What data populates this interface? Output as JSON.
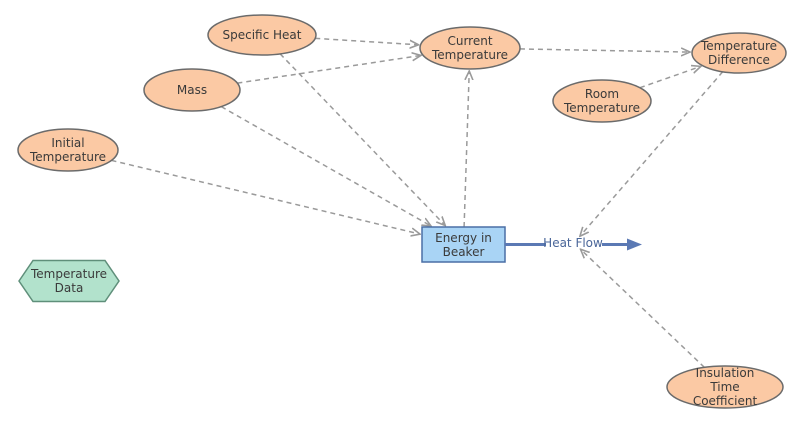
{
  "diagram": {
    "variables": [
      {
        "id": "specific_heat",
        "label": "Specific Heat"
      },
      {
        "id": "current_temperature",
        "label": "Current\nTemperature"
      },
      {
        "id": "temperature_difference",
        "label": "Temperature\nDifference"
      },
      {
        "id": "mass",
        "label": "Mass"
      },
      {
        "id": "room_temperature",
        "label": "Room\nTemperature"
      },
      {
        "id": "initial_temperature",
        "label": "Initial\nTemperature"
      },
      {
        "id": "insulation_time_coefficient",
        "label": "Insulation Time\nCoefficient"
      }
    ],
    "stock": {
      "id": "energy_in_beaker",
      "label": "Energy in\nBeaker"
    },
    "converter": {
      "id": "temperature_data",
      "label": "Temperature\nData"
    },
    "flow": {
      "id": "heat_flow",
      "label": "Heat Flow"
    },
    "links": [
      {
        "from": "specific_heat",
        "to": "current_temperature"
      },
      {
        "from": "mass",
        "to": "current_temperature"
      },
      {
        "from": "current_temperature",
        "to": "temperature_difference"
      },
      {
        "from": "room_temperature",
        "to": "temperature_difference"
      },
      {
        "from": "specific_heat",
        "to": "energy_in_beaker"
      },
      {
        "from": "mass",
        "to": "energy_in_beaker"
      },
      {
        "from": "initial_temperature",
        "to": "energy_in_beaker"
      },
      {
        "from": "energy_in_beaker",
        "to": "current_temperature"
      },
      {
        "from": "temperature_difference",
        "to": "heat_flow"
      },
      {
        "from": "insulation_time_coefficient",
        "to": "heat_flow"
      }
    ],
    "colors": {
      "variable_fill": "#fbc9a4",
      "variable_stroke": "#6b6b6b",
      "stock_fill": "#a9d4f5",
      "stock_stroke": "#4a6fa5",
      "converter_fill": "#b2e2cc",
      "converter_stroke": "#5f8f7a",
      "link": "#9a9a9a",
      "flow": "#5b79b4"
    }
  }
}
